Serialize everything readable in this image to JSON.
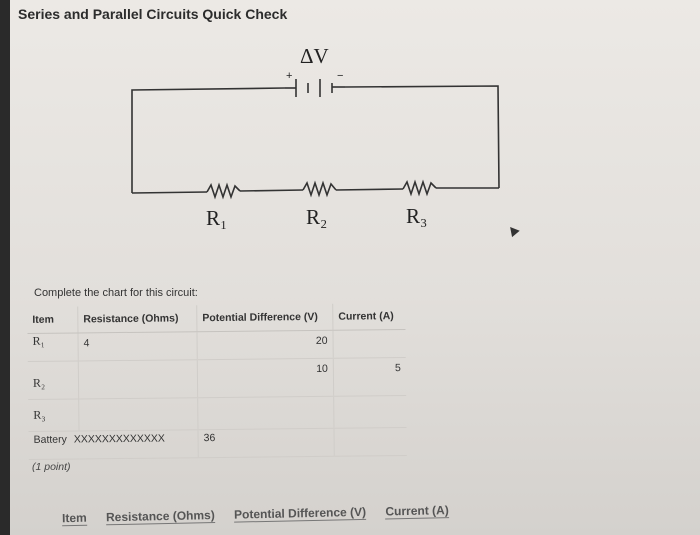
{
  "title": "Series and Parallel Circuits Quick Check",
  "circuit": {
    "voltage_label": "ΔV",
    "battery_plus": "+",
    "battery_minus": "−",
    "resistors": [
      "R₁",
      "R₂",
      "R₃"
    ]
  },
  "instructions": "Complete the chart for this circuit:",
  "table": {
    "headers": [
      "Item",
      "Resistance (Ohms)",
      "Potential Difference (V)",
      "Current (A)"
    ],
    "rows": [
      [
        "R₁",
        "4",
        "20",
        ""
      ],
      [
        "R₂",
        "",
        "10",
        "5"
      ],
      [
        "R₃",
        "",
        "",
        ""
      ],
      [
        "Battery",
        "XXXXXXXXXXXXX",
        "36",
        ""
      ]
    ]
  },
  "points": "(1 point)",
  "bottom_table": {
    "headers": [
      "Item",
      "Resistance (Ohms)",
      "Potential Difference (V)",
      "Current (A)"
    ]
  }
}
